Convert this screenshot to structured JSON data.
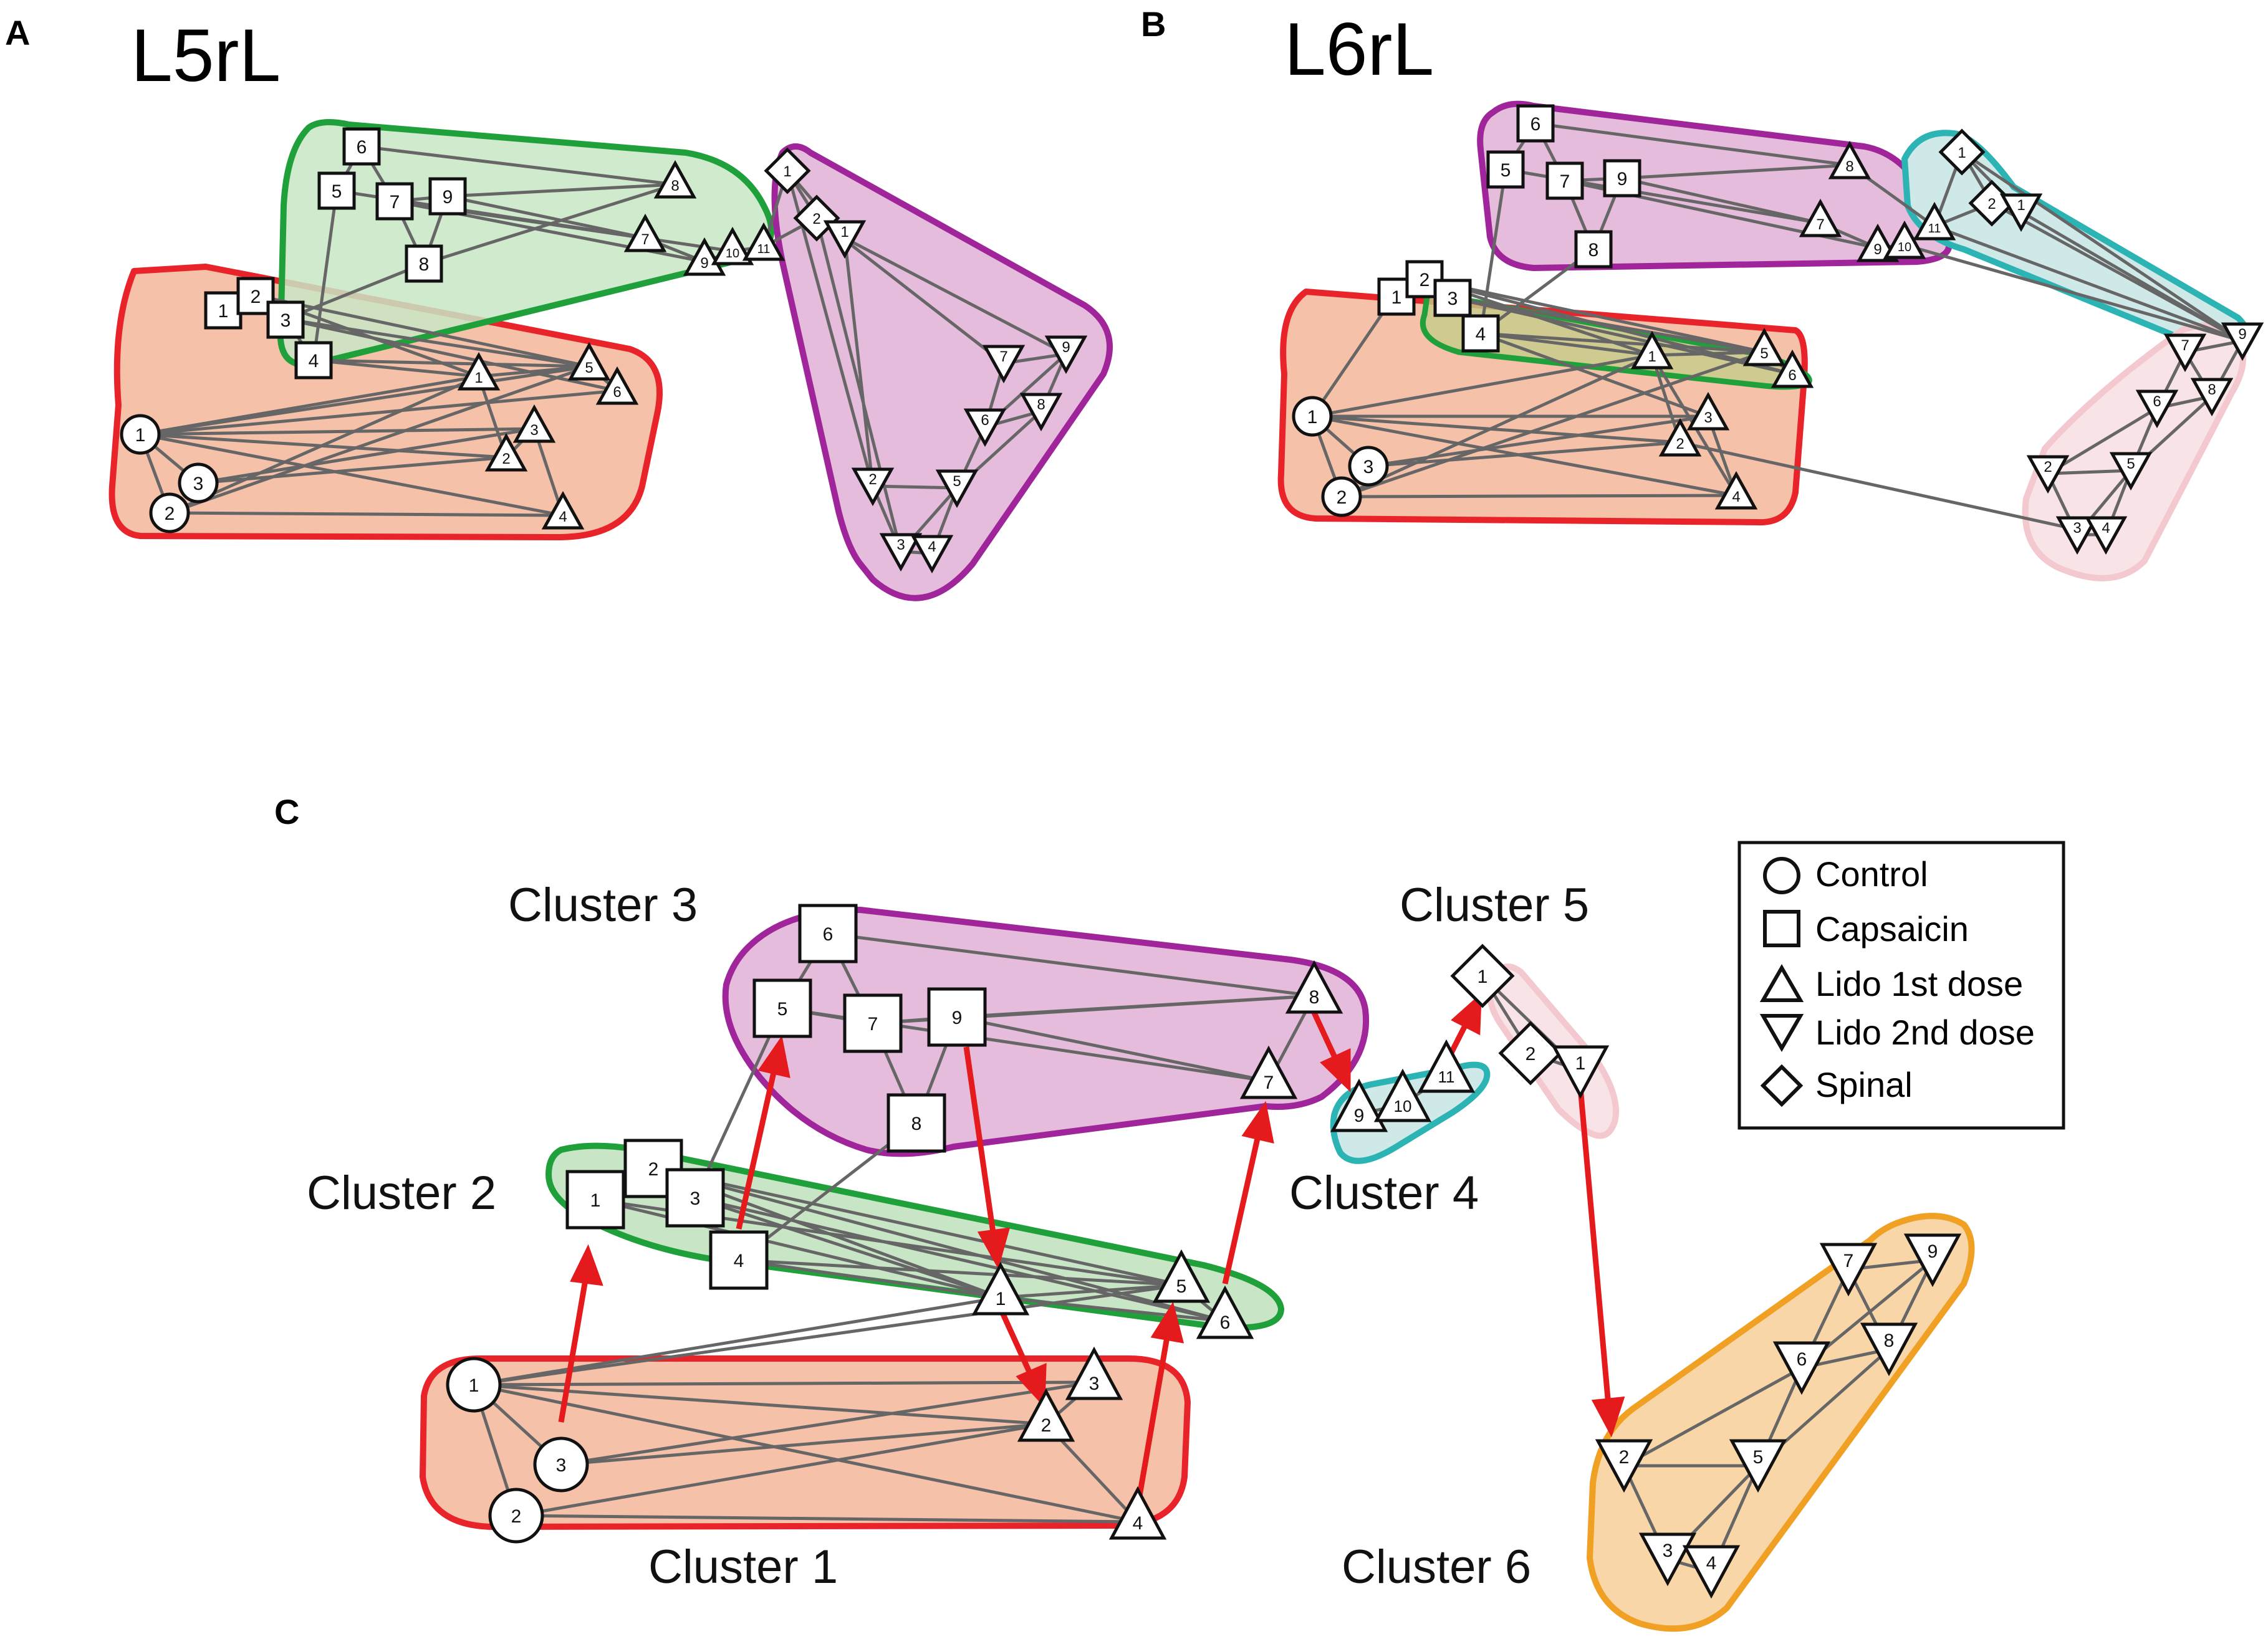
{
  "panels": {
    "a": {
      "letter": "A",
      "title": "L5rL"
    },
    "b": {
      "letter": "B",
      "title": "L6rL"
    },
    "c": {
      "letter": "C"
    }
  },
  "clusters": {
    "c1": "Cluster 1",
    "c2": "Cluster 2",
    "c3": "Cluster 3",
    "c4": "Cluster 4",
    "c5": "Cluster 5",
    "c6": "Cluster 6"
  },
  "legend": {
    "items": [
      {
        "shape": "circle",
        "label": "Control"
      },
      {
        "shape": "square",
        "label": "Capsaicin"
      },
      {
        "shape": "triangle-up",
        "label": "Lido 1st dose"
      },
      {
        "shape": "triangle-down",
        "label": "Lido 2nd dose"
      },
      {
        "shape": "diamond",
        "label": "Spinal"
      }
    ]
  },
  "colors": {
    "cluster1": "#e8242a",
    "cluster2": "#1fa03b",
    "cluster3": "#a0259a",
    "cluster4": "#2cb3b3",
    "cluster5": "#f0b3b8",
    "cluster6": "#f0a023",
    "edge": "#666666",
    "transition": "#e41a1c"
  },
  "node_groups": {
    "control": [
      "1",
      "2",
      "3"
    ],
    "capsaicin": [
      "1",
      "2",
      "3",
      "4",
      "5",
      "6",
      "7",
      "8",
      "9"
    ],
    "lido_1st": [
      "1",
      "2",
      "3",
      "4",
      "5",
      "6",
      "7",
      "8",
      "9",
      "10",
      "11"
    ],
    "lido_2nd": [
      "1",
      "2",
      "3",
      "4",
      "5",
      "6",
      "7",
      "8",
      "9"
    ],
    "spinal": [
      "1",
      "2"
    ]
  }
}
